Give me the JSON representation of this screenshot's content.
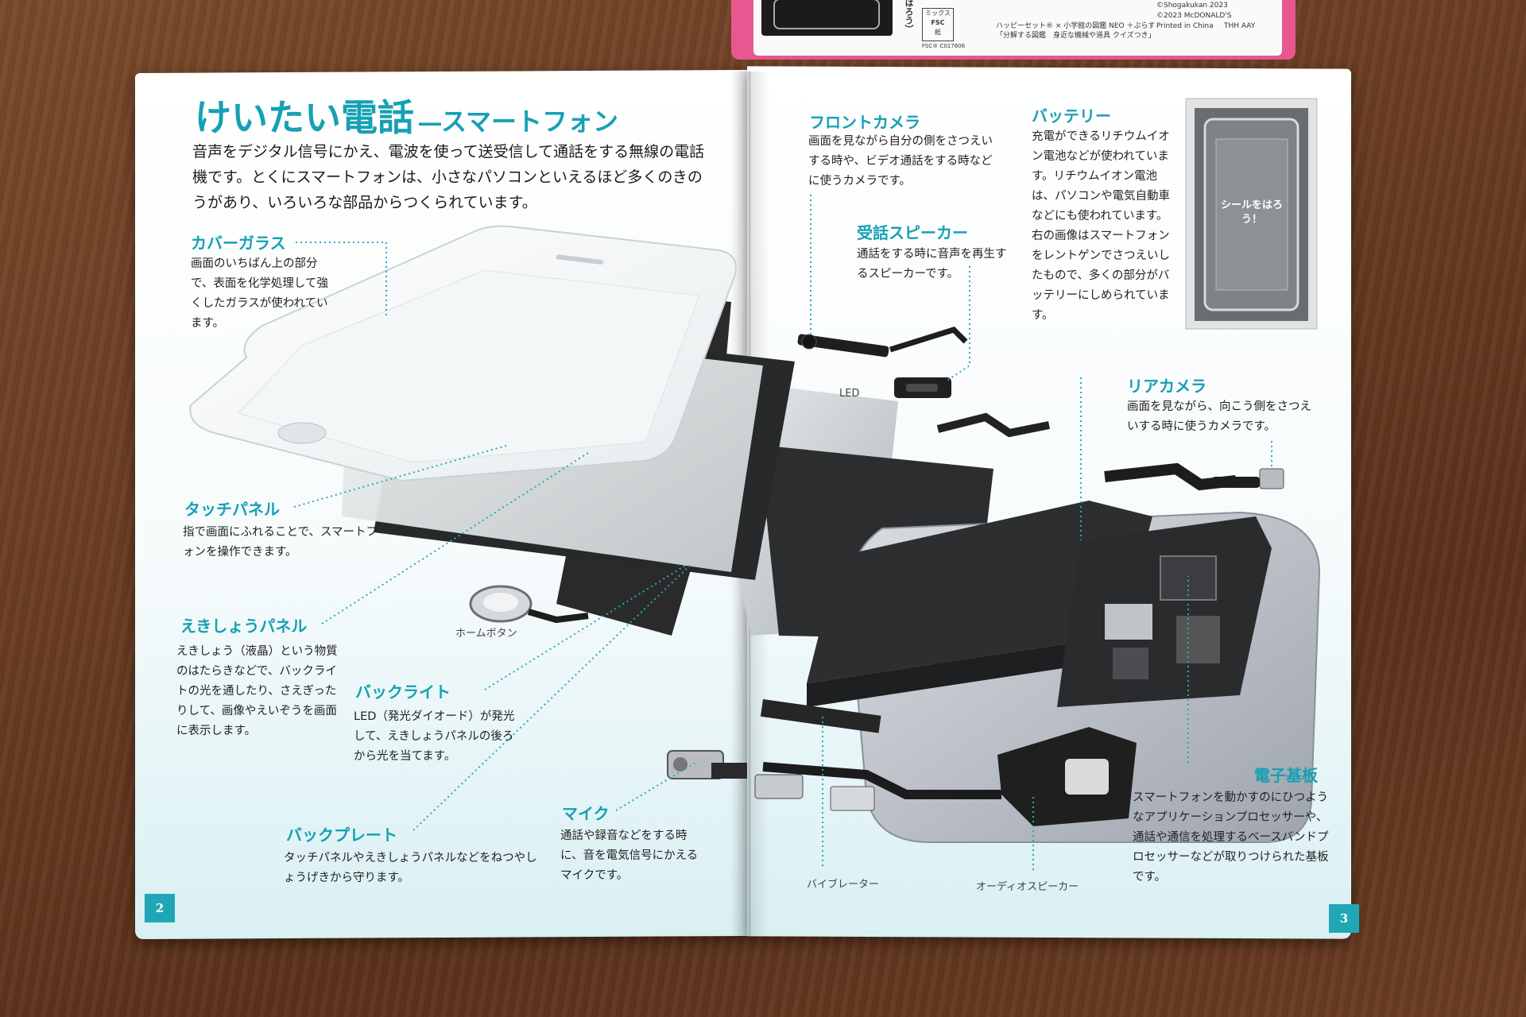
{
  "card": {
    "copyright": "©Shogakukan 2023",
    "mcd": "©2023 McDONALD'S",
    "printed": "Printed in China",
    "codes": "THH   AAY",
    "line1": "ハッピーセット® × 小学館の図鑑 NEO ＋ぷらす",
    "line2": "「分解する図鑑　身近な機械や道具 クイズつき」",
    "fsc_top": "ミックス",
    "fsc_mid": "紙",
    "fsc_code": "FSC® C017606",
    "fsc_logo": "FSC",
    "side_text": "はろう）"
  },
  "left_page": {
    "title_main": "けいたい電話",
    "title_dash": "―",
    "title_sub": "スマートフォン",
    "intro": "音声をデジタル信号にかえ、電波を使って送受信して通話をする無線の電話機です。とくにスマートフォンは、小さなパソコンといえるほど多くのきのうがあり、いろいろな部品からつくられています。",
    "cover_glass": {
      "heading": "カバーガラス",
      "body": "画面のいちばん上の部分で、表面を化学処理して強くしたガラスが使われています。"
    },
    "touch_panel": {
      "heading": "タッチパネル",
      "body": "指で画面にふれることで、スマートフォンを操作できます。"
    },
    "lcd_panel": {
      "heading": "えきしょうパネル",
      "body": "えきしょう（液晶）という物質のはたらきなどで、バックライトの光を通したり、さえぎったりして、画像やえいぞうを画面に表示します。"
    },
    "backlight": {
      "heading": "バックライト",
      "body": "LED（発光ダイオード）が発光して、えきしょうパネルの後ろから光を当てます。"
    },
    "backplate": {
      "heading": "バックプレート",
      "body": "タッチパネルやえきしょうパネルなどをねつやしょうげきから守ります。"
    },
    "mic": {
      "heading": "マイク",
      "body": "通話や録音などをする時に、音を電気信号にかえるマイクです。"
    },
    "home_button_label": "ホームボタン",
    "page_number": "2"
  },
  "right_page": {
    "front_camera": {
      "heading": "フロントカメラ",
      "body": "画面を見ながら自分の側をさつえいする時や、ビデオ通話をする時などに使うカメラです。"
    },
    "receiver": {
      "heading": "受話スピーカー",
      "body": "通話をする時に音声を再生するスピーカーです。"
    },
    "battery": {
      "heading": "バッテリー",
      "body": "充電ができるリチウムイオン電池などが使われています。リチウムイオン電池は、パソコンや電気自動車などにも使われています。右の画像はスマートフォンをレントゲンでさつえいしたもので、多くの部分がバッテリーにしめられています。"
    },
    "xray_sticker": "シールをはろう！",
    "rear_camera": {
      "heading": "リアカメラ",
      "body": "画面を見ながら、向こう側をさつえいする時に使うカメラです。"
    },
    "circuit_board": {
      "heading": "電子基板",
      "body": "スマートフォンを動かすのにひつようなアプリケーションプロセッサーや、通話や通信を処理するベースバンドプロセッサーなどが取りつけられた基板です。"
    },
    "led_label": "LED",
    "vibrator_label": "バイブレーター",
    "audio_speaker_label": "オーディオスピーカー",
    "page_number": "3"
  },
  "colors": {
    "accent": "#16a0b4",
    "wood": "#6a3d22",
    "card_pink": "#e8578f"
  }
}
